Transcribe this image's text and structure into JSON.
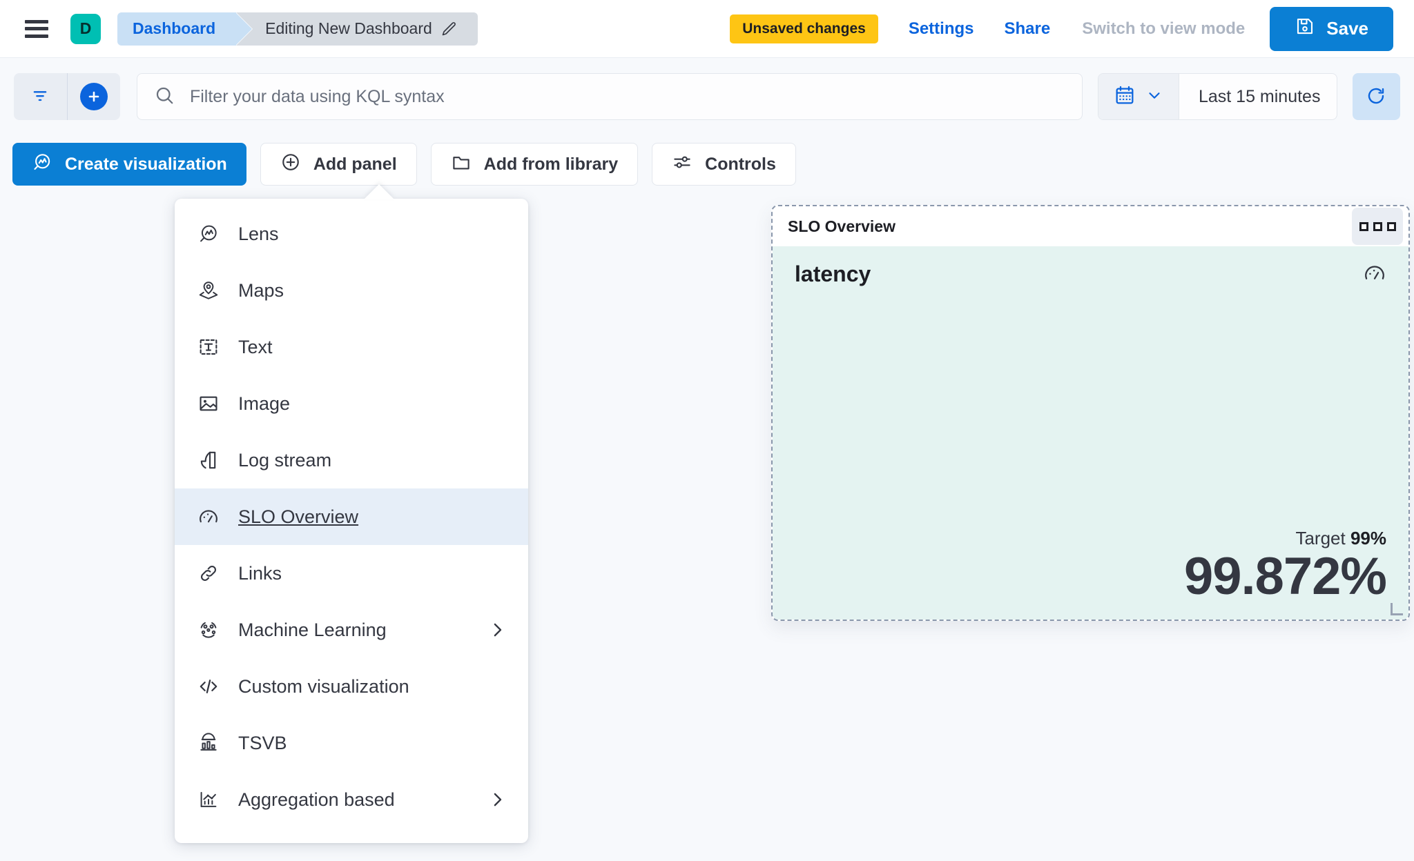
{
  "header": {
    "menu_icon": "hamburger-icon",
    "space_initial": "D",
    "breadcrumbs": [
      {
        "label": "Dashboard",
        "active": false
      },
      {
        "label": "Editing New Dashboard",
        "active": true,
        "edit_icon": "pencil-icon"
      }
    ],
    "unsaved_badge": "Unsaved changes",
    "settings_label": "Settings",
    "share_label": "Share",
    "switch_view_label": "Switch to view mode",
    "save_label": "Save",
    "save_icon": "floppy-disk-icon",
    "accent_color": "#0B7FD4",
    "badge_color": "#FEC514",
    "space_color": "#00BFB3"
  },
  "query_bar": {
    "filter_icon": "filter-icon",
    "add_filter_icon": "plus-circle-icon",
    "search_icon": "search-icon",
    "search_value": "",
    "search_placeholder": "Filter your data using KQL syntax",
    "date_calendar_icon": "calendar-icon",
    "date_chevron_icon": "chevron-down-icon",
    "date_range": "Last 15 minutes",
    "refresh_icon": "refresh-icon"
  },
  "toolbar": {
    "create_visualization_label": "Create visualization",
    "create_visualization_icon": "lens-icon",
    "add_panel_label": "Add panel",
    "add_panel_icon": "plus-in-circle-icon",
    "add_from_library_label": "Add from library",
    "add_from_library_icon": "folder-icon",
    "controls_label": "Controls",
    "controls_icon": "controls-icon"
  },
  "add_panel_menu": {
    "items": [
      {
        "label": "Lens",
        "icon": "lens-icon",
        "has_submenu": false,
        "selected": false
      },
      {
        "label": "Maps",
        "icon": "map-marker-icon",
        "has_submenu": false,
        "selected": false
      },
      {
        "label": "Text",
        "icon": "text-box-icon",
        "has_submenu": false,
        "selected": false
      },
      {
        "label": "Image",
        "icon": "image-icon",
        "has_submenu": false,
        "selected": false
      },
      {
        "label": "Log stream",
        "icon": "log-stream-icon",
        "has_submenu": false,
        "selected": false
      },
      {
        "label": "SLO Overview",
        "icon": "gauge-icon",
        "has_submenu": false,
        "selected": true
      },
      {
        "label": "Links",
        "icon": "link-icon",
        "has_submenu": false,
        "selected": false
      },
      {
        "label": "Machine Learning",
        "icon": "machine-learning-icon",
        "has_submenu": true,
        "selected": false
      },
      {
        "label": "Custom visualization",
        "icon": "code-icon",
        "has_submenu": false,
        "selected": false
      },
      {
        "label": "TSVB",
        "icon": "tsvb-icon",
        "has_submenu": false,
        "selected": false
      },
      {
        "label": "Aggregation based",
        "icon": "aggregation-icon",
        "has_submenu": true,
        "selected": false
      }
    ]
  },
  "slo_panel": {
    "title": "SLO Overview",
    "context_menu_icon": "ellipsis-icon",
    "metric_name": "latency",
    "gauge_icon": "gauge-icon",
    "target_label": "Target",
    "target_value": "99%",
    "sli_value": "99.872%",
    "background_color": "#E4F3F1",
    "resize_handle_icon": "resize-handle-icon"
  }
}
